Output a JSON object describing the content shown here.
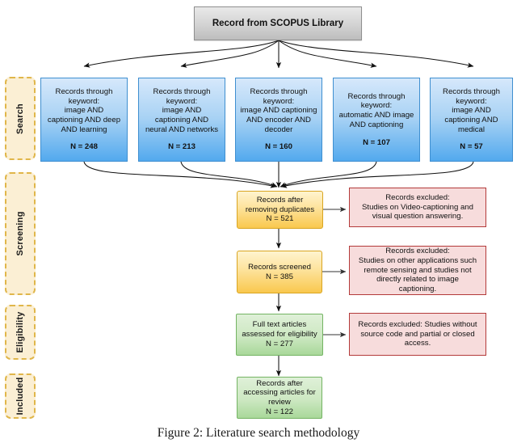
{
  "figure": {
    "caption": "Figure 2: Literature search methodology"
  },
  "stages": [
    {
      "label": "Search"
    },
    {
      "label": "Screening"
    },
    {
      "label": "Eligibility"
    },
    {
      "label": "Included"
    }
  ],
  "source": {
    "label": "Record from SCOPUS Library"
  },
  "search_boxes": [
    {
      "text": "Records through\nkeyword:\nimage AND\ncaptioning AND deep\nAND learning",
      "count_label": "N = 248",
      "count": 248
    },
    {
      "text": "Records through\nkeyword:\nimage AND\ncaptioning AND\nneural AND networks",
      "count_label": "N = 213",
      "count": 213
    },
    {
      "text": "Records through\nkeyword:\nimage AND captioning\nAND encoder AND\ndecoder",
      "count_label": "N = 160",
      "count": 160
    },
    {
      "text": "Records through\nkeyword:\nautomatic AND image\nAND captioning",
      "count_label": "N = 107",
      "count": 107
    },
    {
      "text": "Records through\nkeyword:\nimage AND\ncaptioning AND\nmedical",
      "count_label": "N = 57",
      "count": 57
    }
  ],
  "flow": [
    {
      "text": "Records after\nremoving duplicates\nN = 521",
      "count": 521
    },
    {
      "text": "Records screened\nN = 385",
      "count": 385
    },
    {
      "text": "Full text articles\nassessed for eligibility\nN = 277",
      "count": 277
    },
    {
      "text": "Records after\naccessing articles for\nreview\nN = 122",
      "count": 122
    }
  ],
  "exclusions": [
    {
      "text": "Records excluded:\nStudies on Video-captioning and\nvisual question answering."
    },
    {
      "text": "Records excluded:\nStudies on other applications such\nremote sensing and studies not\ndirectly related to image\ncaptioning."
    },
    {
      "text": "Records excluded: Studies without\nsource code and partial or closed\naccess."
    }
  ],
  "colors": {
    "source_fill": "#d4d4d4",
    "search_fill": "#52a9ee",
    "screening_fill": "#f9c84e",
    "included_fill": "#a9d89a",
    "excluded_fill": "#f7dcdc",
    "excluded_border": "#b33a3a",
    "stage_fill": "#fbefd4",
    "stage_border": "#e0b64a",
    "connector": "#1a1a1a"
  }
}
